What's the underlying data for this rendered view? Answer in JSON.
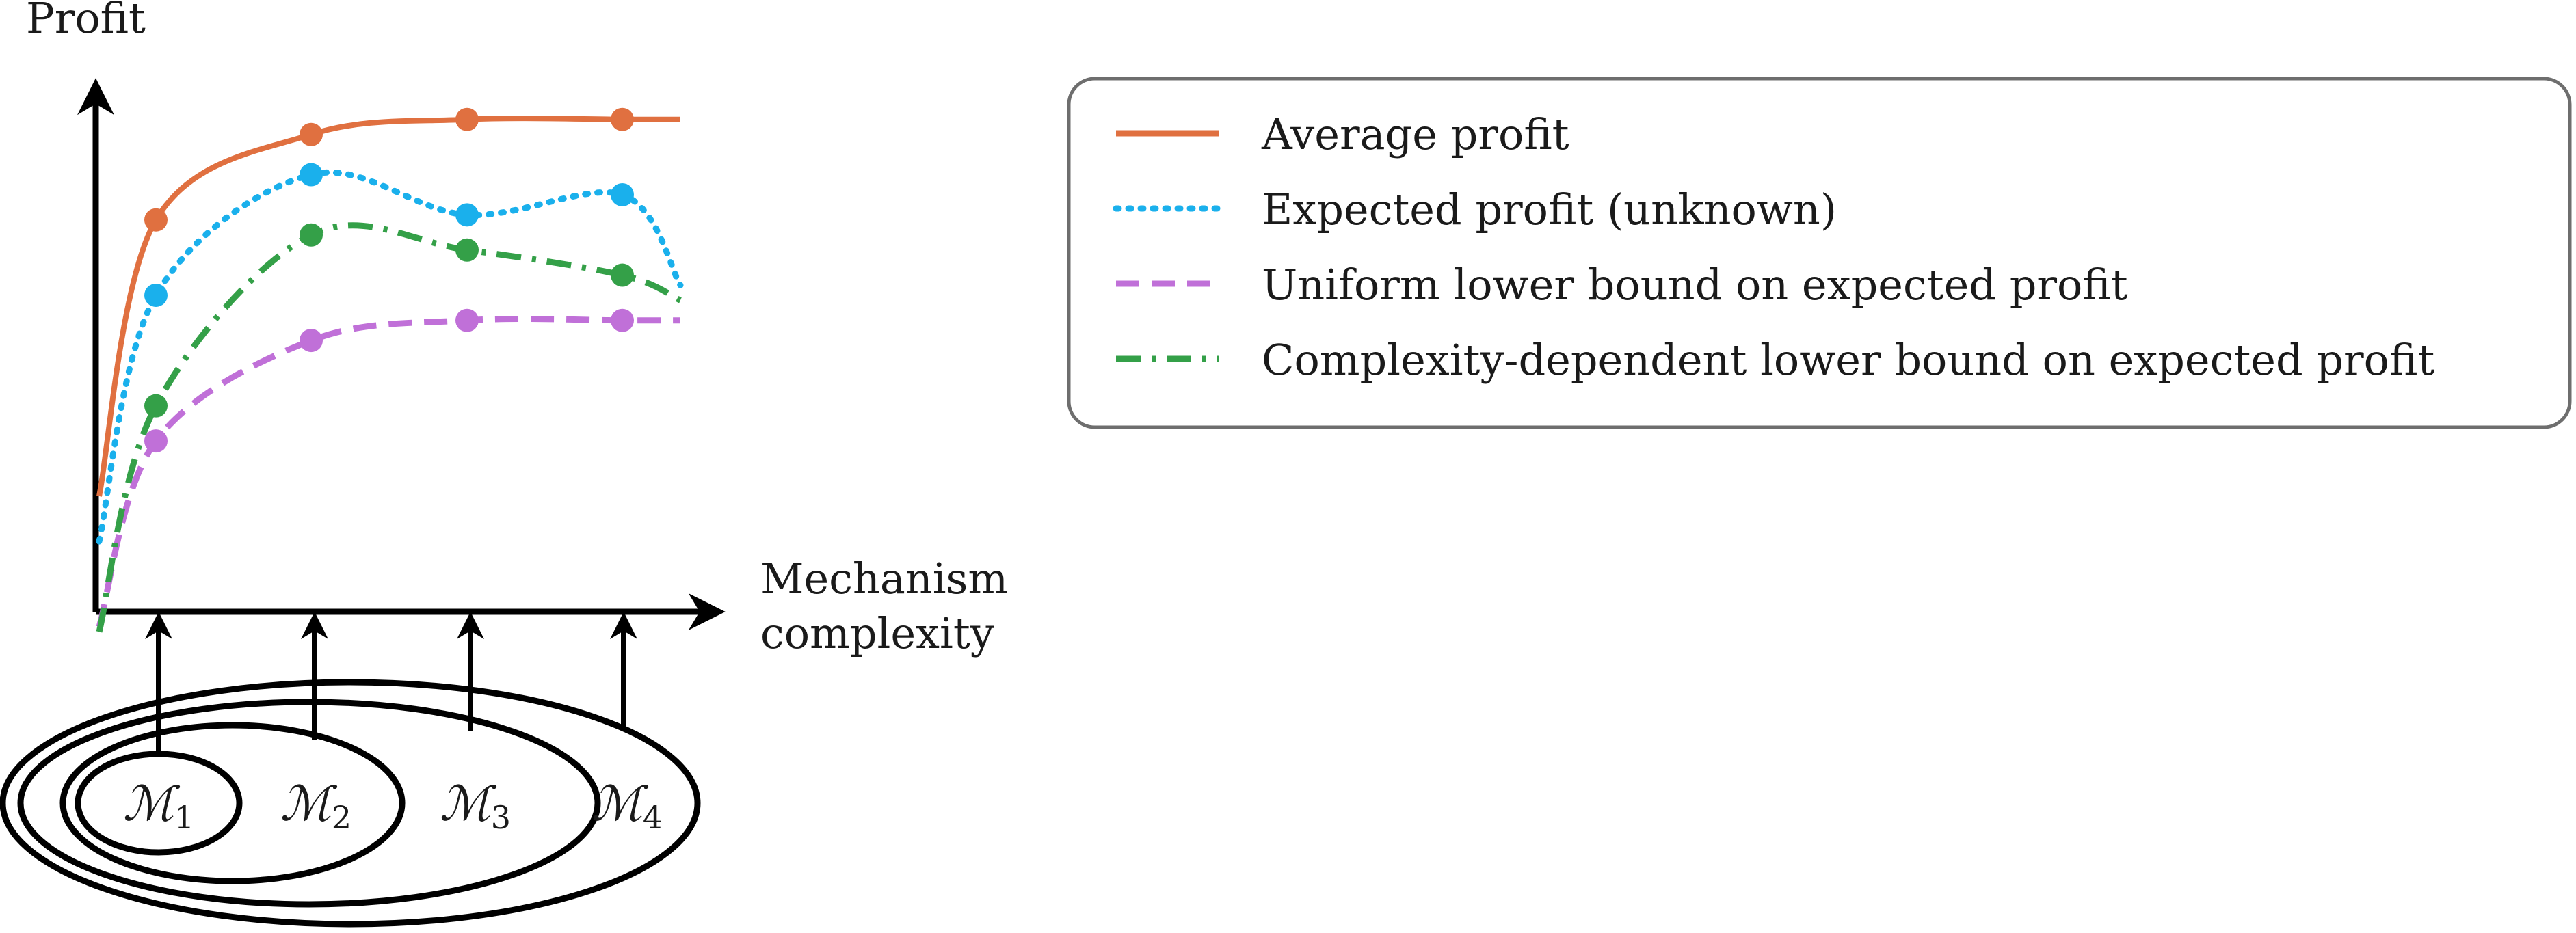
{
  "axes": {
    "y_label": "Profit",
    "x_label_line1": "Mechanism",
    "x_label_line2": "complexity"
  },
  "sets": [
    {
      "script": "ℳ",
      "sub": "1"
    },
    {
      "script": "ℳ",
      "sub": "2"
    },
    {
      "script": "ℳ",
      "sub": "3"
    },
    {
      "script": "ℳ",
      "sub": "4"
    }
  ],
  "legend": [
    {
      "label": "Average profit",
      "color": "#e07040",
      "dash": "solid"
    },
    {
      "label": "Expected profit (unknown)",
      "color": "#1ab0ec",
      "dash": "dotted"
    },
    {
      "label": "Uniform lower bound on expected profit",
      "color": "#c070d8",
      "dash": "dashed"
    },
    {
      "label": "Complexity-dependent lower bound on expected profit",
      "color": "#34a048",
      "dash": "dashdot"
    }
  ],
  "chart_data": {
    "type": "line",
    "title": "",
    "xlabel": "Mechanism complexity",
    "ylabel": "Profit",
    "categories": [
      "ℳ₁",
      "ℳ₂",
      "ℳ₃",
      "ℳ₄"
    ],
    "series": [
      {
        "name": "Average profit",
        "values": [
          0.78,
          0.95,
          0.98,
          0.98
        ]
      },
      {
        "name": "Expected profit (unknown)",
        "values": [
          0.63,
          0.87,
          0.79,
          0.83
        ]
      },
      {
        "name": "Uniform lower bound on expected profit",
        "values": [
          0.34,
          0.54,
          0.58,
          0.58
        ]
      },
      {
        "name": "Complexity-dependent lower bound on expected profit",
        "values": [
          0.41,
          0.75,
          0.72,
          0.67
        ]
      }
    ],
    "grid": false,
    "legend_position": "right"
  }
}
